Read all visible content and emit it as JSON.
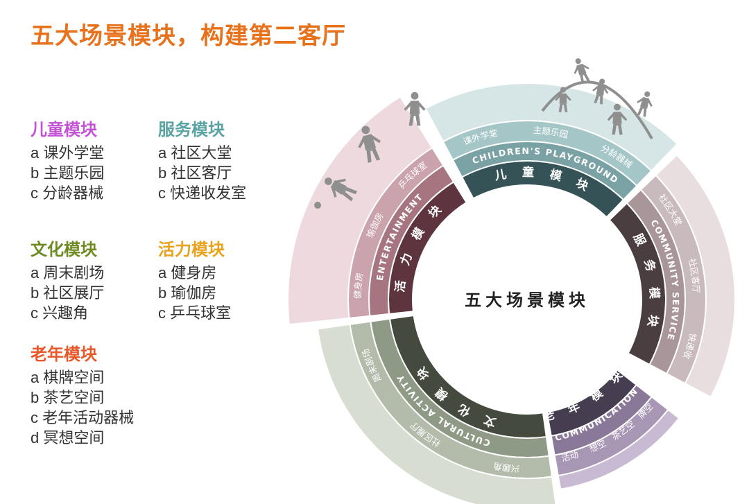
{
  "title": "五大场景模块，构建第二客厅",
  "modules": [
    {
      "name": "儿童模块",
      "color": "#c452d6",
      "items": [
        "a 课外学堂",
        "b 主题乐园",
        "c 分龄器械"
      ]
    },
    {
      "name": "服务模块",
      "color": "#5aa3a3",
      "items": [
        "a 社区大堂",
        "b 社区客厅",
        "c 快递收发室"
      ]
    },
    {
      "name": "文化模块",
      "color": "#6e8b22",
      "items": [
        "a 周末剧场",
        "b 社区展厅",
        "c 兴趣角"
      ]
    },
    {
      "name": "活力模块",
      "color": "#e8a21c",
      "items": [
        "a 健身房",
        "b 瑜伽房",
        "c 乒乓球室"
      ]
    },
    {
      "name": "老年模块",
      "color": "#e8582a",
      "items": [
        "a 棋牌空间",
        "b 茶艺空间",
        "c 老年活动器械",
        "d 冥想空间"
      ]
    }
  ],
  "diagram": {
    "center_label": "五大场景模块",
    "segments": [
      {
        "key": "children",
        "cn": "儿童模块",
        "en": "CHILDREN'S PLAYGROUND",
        "items": [
          "课外学堂",
          "主题乐园",
          "分龄器械"
        ],
        "colors": {
          "outer": "#d6e6e6",
          "middle": "#a5c6c7",
          "inner": "#7aa2a4",
          "core": "#355257"
        }
      },
      {
        "key": "service",
        "cn": "服务模块",
        "en": "COMMUNITY SERVICE",
        "items": [
          "社区大堂",
          "社区客厅",
          "快递收"
        ],
        "colors": {
          "outer": "#e8dedf",
          "middle": "#c9bbbd",
          "inner": "#a89698",
          "core": "#4b3e41"
        }
      },
      {
        "key": "elderly",
        "cn": "老年模块",
        "en": "COMMUNICATION",
        "items": [
          "棋牌空间",
          "茶艺空",
          "冥想空间",
          "老年活动器械"
        ],
        "colors": {
          "outer": "#c9bad3",
          "middle": "#a896b5",
          "inner": "#8a7899",
          "core": "#463e50"
        }
      },
      {
        "key": "culture",
        "cn": "文化模块",
        "en": "CULTURAL ACTIVITY",
        "items": [
          "兴趣角",
          "社区展厅",
          "周末剧场"
        ],
        "colors": {
          "outer": "#d7ddd0",
          "middle": "#b3bcaa",
          "inner": "#8f9a86",
          "core": "#444a3e"
        }
      },
      {
        "key": "vitality",
        "cn": "活力模块",
        "en": "ENTERTAINMENT",
        "items": [
          "健身房",
          "瑜伽房",
          "乒乓球室"
        ],
        "colors": {
          "outer": "#eed9de",
          "middle": "#caa3ac",
          "inner": "#a6757f",
          "core": "#5e353e"
        }
      }
    ]
  }
}
